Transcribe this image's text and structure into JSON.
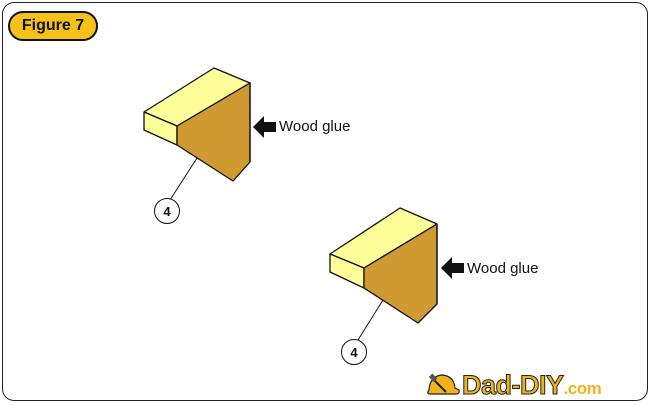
{
  "figure_label": "Figure 7",
  "pieces": [
    {
      "glue_label": "Wood glue",
      "callout": "4"
    },
    {
      "glue_label": "Wood glue",
      "callout": "4"
    }
  ],
  "logo": {
    "main": "Dad-DIY",
    "suffix": ".com"
  },
  "colors": {
    "wood_face": "#d09a33",
    "wood_top": "#ffff99",
    "badge": "#f6c21a"
  }
}
